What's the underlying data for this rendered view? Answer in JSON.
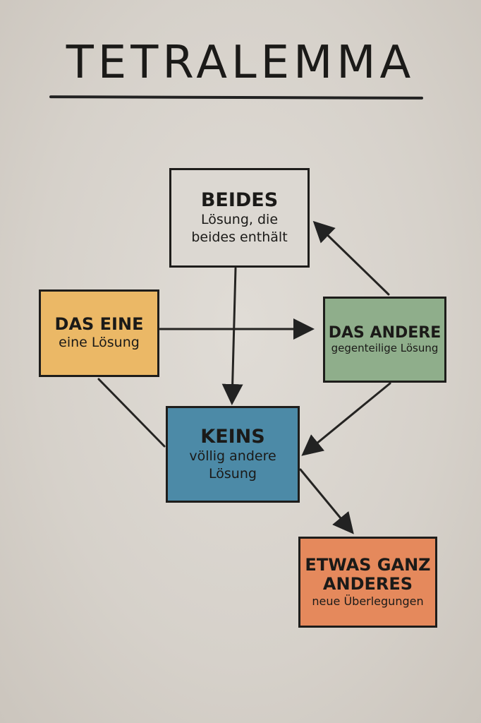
{
  "title": "TETRALEMMA",
  "boxes": {
    "beides": {
      "heading": "BEIDES",
      "text": "Lösung, die beides enthält",
      "color": "#dcd8d2"
    },
    "das_eine": {
      "heading": "DAS EINE",
      "text": "eine Lösung",
      "color": "#ebb866"
    },
    "das_andere": {
      "heading": "DAS ANDERE",
      "text": "gegenteilige Lösung",
      "color": "#8fae8b"
    },
    "keins": {
      "heading": "KEINS",
      "text": "völlig andere Lösung",
      "color": "#4c8aa7"
    },
    "etwas_ganz_anderes": {
      "heading": "ETWAS GANZ ANDERES",
      "text": "neue Überlegungen",
      "color": "#e5895c"
    }
  }
}
